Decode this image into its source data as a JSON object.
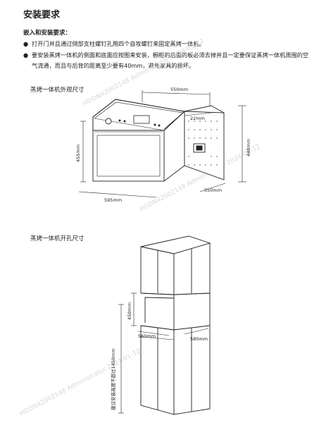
{
  "title": "安装要求",
  "subheading": "嵌入和安装要求：",
  "bullets": [
    {
      "symbol": "●",
      "text": "打开门并且通过侧部支柱螺钉孔用四个自攻螺钉来固定蒸烤一体机。"
    },
    {
      "symbol": "●",
      "text": "要安装蒸烤一体机的侧面和底面应按图来安装，橱柜的后面的板必须去掉并且一定要保证蒸烤一体机周围的空气流通，而且与后背的距离至少要有40mm，避免家具的损坏。"
    }
  ],
  "diagram1": {
    "caption": "蒸烤一体机外观尺寸",
    "dims": {
      "width_top": "550mm",
      "side_gap": "22mm",
      "depth_height": "448mm",
      "front_height": "455mm",
      "front_width": "595mm",
      "depth_bottom": "550mm"
    }
  },
  "diagram2": {
    "caption": "蒸烤一体机开孔尺寸",
    "dims": {
      "niche_height": "450mm",
      "niche_width": "560mm",
      "niche_depth": "580mm",
      "install_height": "建议安装高度不超过1450mm"
    }
  },
  "watermark": "HDDN420021​48  Administrator  2024-01-12"
}
